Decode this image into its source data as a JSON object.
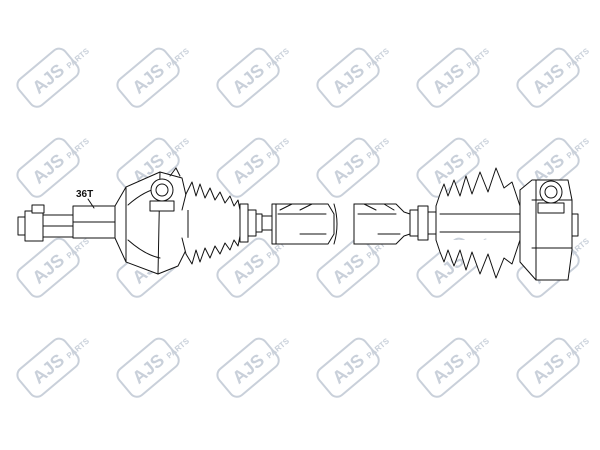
{
  "diagram": {
    "callout_label": "36T"
  },
  "watermark": {
    "brand": "AJS",
    "sub": "PARTS",
    "color": "#c9d0da"
  },
  "colors": {
    "line": "#111111",
    "fill": "#ffffff"
  }
}
